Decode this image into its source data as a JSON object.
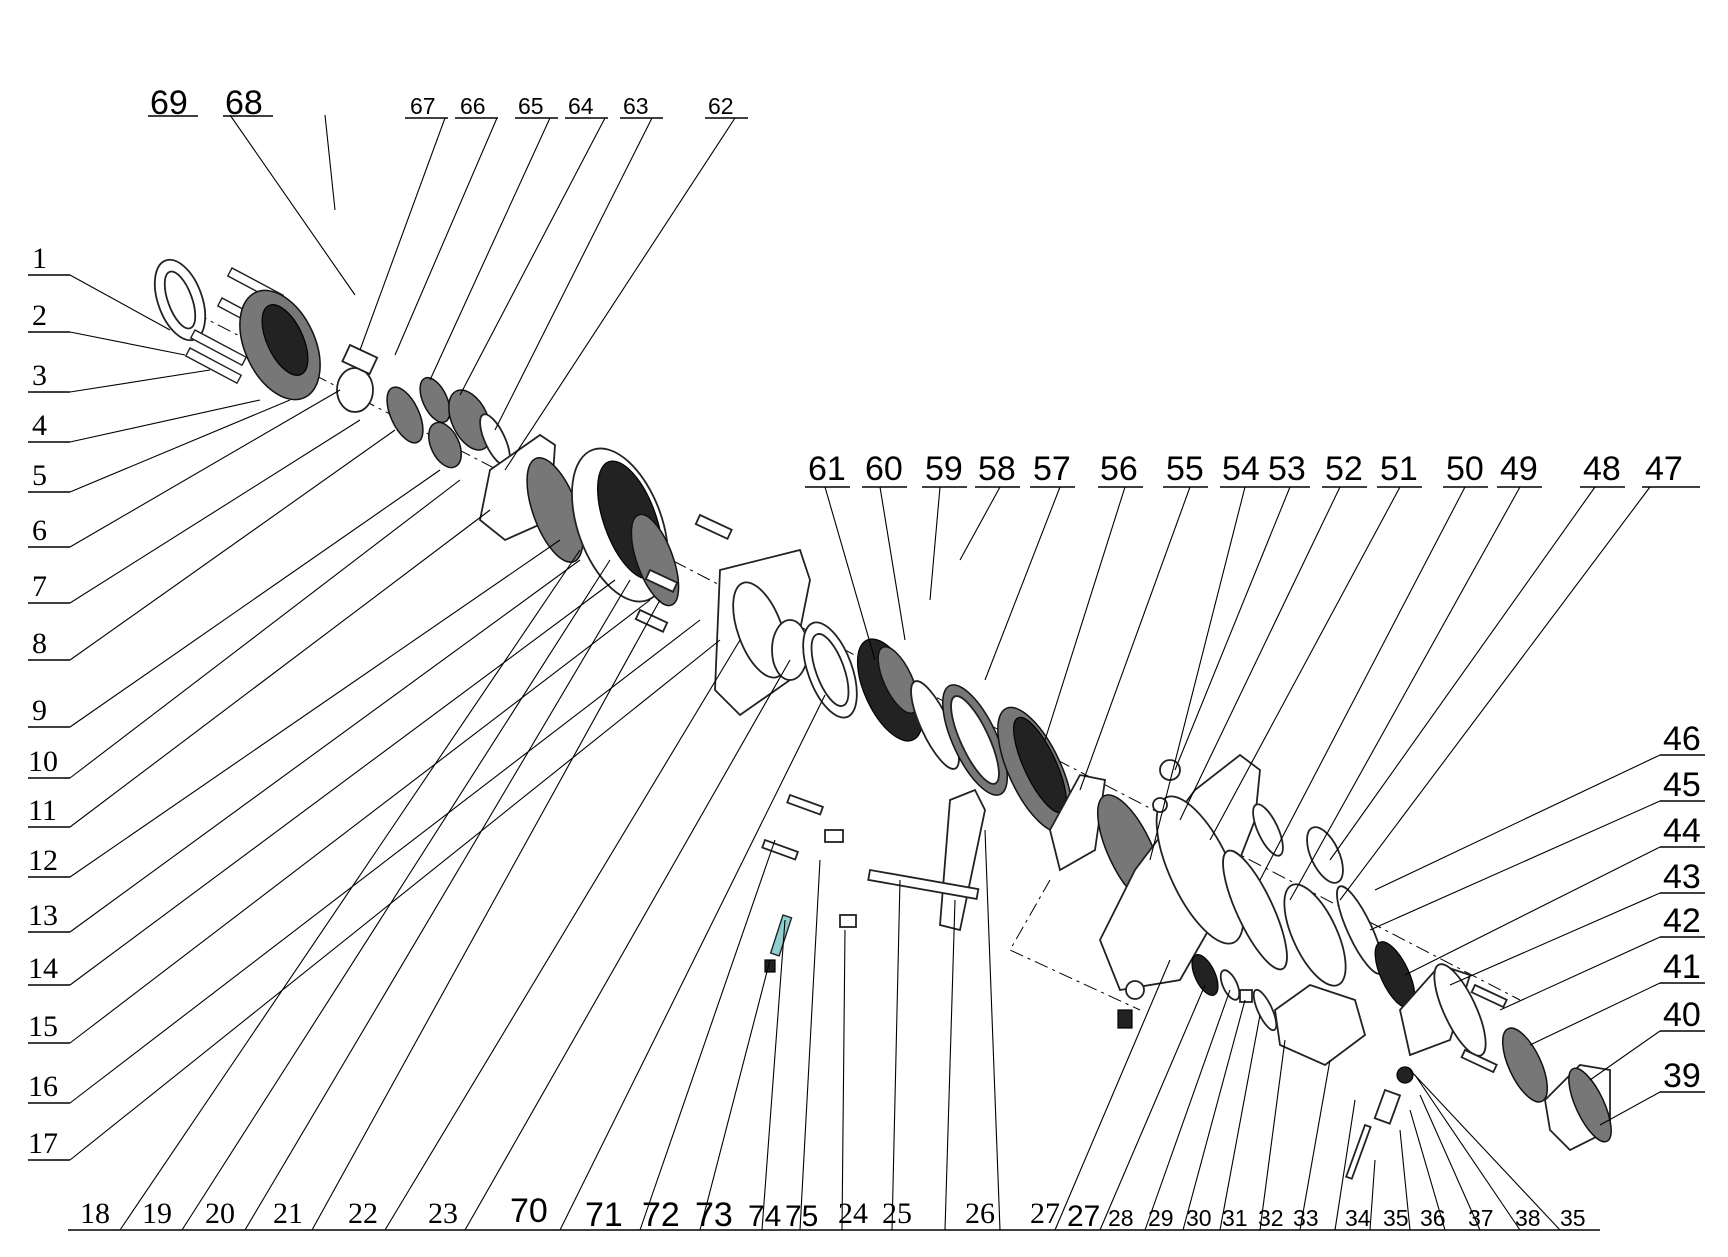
{
  "diagram": {
    "labels": [
      {
        "id": "l69",
        "text": "69"
      },
      {
        "id": "l68",
        "text": "68"
      },
      {
        "id": "l67",
        "text": "67"
      },
      {
        "id": "l66",
        "text": "66"
      },
      {
        "id": "l65",
        "text": "65"
      },
      {
        "id": "l64",
        "text": "64"
      },
      {
        "id": "l63",
        "text": "63"
      },
      {
        "id": "l62",
        "text": "62"
      },
      {
        "id": "l1",
        "text": "1"
      },
      {
        "id": "l2",
        "text": "2"
      },
      {
        "id": "l3",
        "text": "3"
      },
      {
        "id": "l4",
        "text": "4"
      },
      {
        "id": "l5",
        "text": "5"
      },
      {
        "id": "l6",
        "text": "6"
      },
      {
        "id": "l7",
        "text": "7"
      },
      {
        "id": "l8",
        "text": "8"
      },
      {
        "id": "l9",
        "text": "9"
      },
      {
        "id": "l10",
        "text": "10"
      },
      {
        "id": "l11",
        "text": "11"
      },
      {
        "id": "l12",
        "text": "12"
      },
      {
        "id": "l13",
        "text": "13"
      },
      {
        "id": "l14",
        "text": "14"
      },
      {
        "id": "l15",
        "text": "15"
      },
      {
        "id": "l16",
        "text": "16"
      },
      {
        "id": "l17",
        "text": "17"
      },
      {
        "id": "l61",
        "text": "61"
      },
      {
        "id": "l60",
        "text": "60"
      },
      {
        "id": "l59",
        "text": "59"
      },
      {
        "id": "l58",
        "text": "58"
      },
      {
        "id": "l57",
        "text": "57"
      },
      {
        "id": "l56",
        "text": "56"
      },
      {
        "id": "l55",
        "text": "55"
      },
      {
        "id": "l54",
        "text": "54"
      },
      {
        "id": "l53",
        "text": "53"
      },
      {
        "id": "l52",
        "text": "52"
      },
      {
        "id": "l51",
        "text": "51"
      },
      {
        "id": "l50",
        "text": "50"
      },
      {
        "id": "l49",
        "text": "49"
      },
      {
        "id": "l48",
        "text": "48"
      },
      {
        "id": "l47",
        "text": "47"
      },
      {
        "id": "l46",
        "text": "46"
      },
      {
        "id": "l45",
        "text": "45"
      },
      {
        "id": "l44",
        "text": "44"
      },
      {
        "id": "l43",
        "text": "43"
      },
      {
        "id": "l42",
        "text": "42"
      },
      {
        "id": "l41",
        "text": "41"
      },
      {
        "id": "l40",
        "text": "40"
      },
      {
        "id": "l39",
        "text": "39"
      },
      {
        "id": "b18",
        "text": "18"
      },
      {
        "id": "b19",
        "text": "19"
      },
      {
        "id": "b20",
        "text": "20"
      },
      {
        "id": "b21",
        "text": "21"
      },
      {
        "id": "b22",
        "text": "22"
      },
      {
        "id": "b23",
        "text": "23"
      },
      {
        "id": "b70",
        "text": "70"
      },
      {
        "id": "b71",
        "text": "71"
      },
      {
        "id": "b72",
        "text": "72"
      },
      {
        "id": "b73",
        "text": "73"
      },
      {
        "id": "b74",
        "text": "74"
      },
      {
        "id": "b75",
        "text": "75"
      },
      {
        "id": "b24",
        "text": "24"
      },
      {
        "id": "b25",
        "text": "25"
      },
      {
        "id": "b26",
        "text": "26"
      },
      {
        "id": "b27a",
        "text": "27"
      },
      {
        "id": "b27b",
        "text": "27"
      },
      {
        "id": "b28",
        "text": "28"
      },
      {
        "id": "b29",
        "text": "29"
      },
      {
        "id": "b30",
        "text": "30"
      },
      {
        "id": "b31",
        "text": "31"
      },
      {
        "id": "b32",
        "text": "32"
      },
      {
        "id": "b33",
        "text": "33"
      },
      {
        "id": "b34",
        "text": "34"
      },
      {
        "id": "b35a",
        "text": "35"
      },
      {
        "id": "b36",
        "text": "36"
      },
      {
        "id": "b37",
        "text": "37"
      },
      {
        "id": "b38",
        "text": "38"
      },
      {
        "id": "b35b",
        "text": "35"
      }
    ]
  }
}
